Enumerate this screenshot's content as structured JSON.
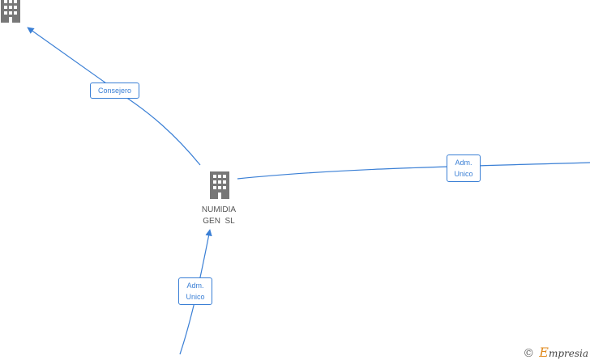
{
  "diagram": {
    "nodes": [
      {
        "id": "top-left-company",
        "label_lines": [
          "",
          ""
        ],
        "icon": "building-icon"
      },
      {
        "id": "numidia",
        "label_lines": [
          "NUMIDIA",
          "GEN  SL"
        ],
        "icon": "building-icon"
      }
    ],
    "edges": [
      {
        "id": "consejero",
        "label": "Consejero"
      },
      {
        "id": "adm-unico-right",
        "label_lines": [
          "Adm.",
          "Unico"
        ]
      },
      {
        "id": "adm-unico-bottom",
        "label_lines": [
          "Adm.",
          "Unico"
        ]
      }
    ],
    "colors": {
      "edge": "#3a7fd5",
      "node_icon": "#777777"
    }
  },
  "watermark": {
    "symbol": "©",
    "brand_initial": "E",
    "brand_rest": "mpresia"
  }
}
